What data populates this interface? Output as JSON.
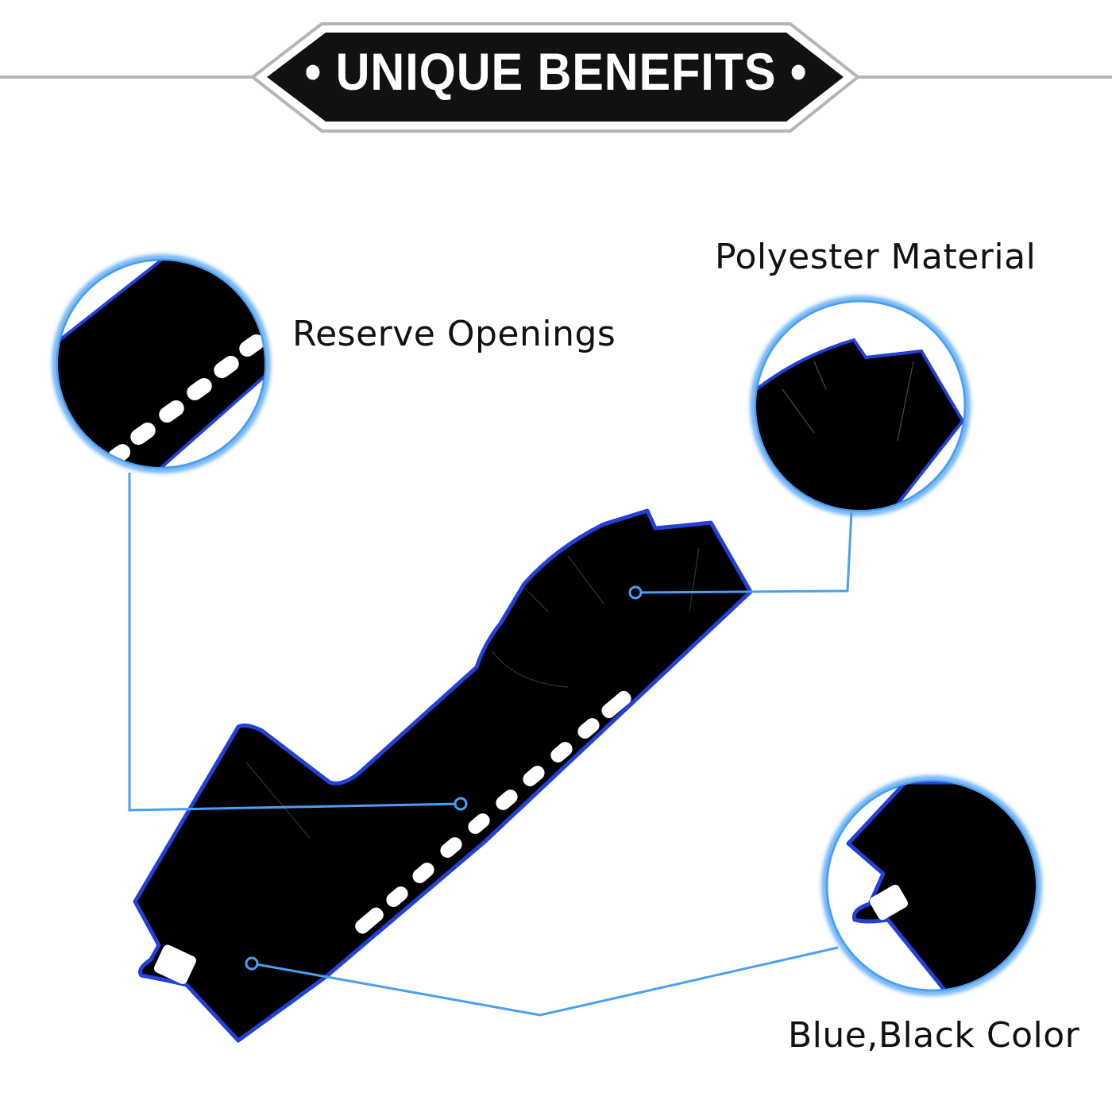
{
  "header": {
    "title": "• UNIQUE BENEFITS •"
  },
  "callouts": [
    {
      "label": "Reserve Openings"
    },
    {
      "label": "Polyester Material"
    },
    {
      "label": "Blue,Black Color"
    }
  ],
  "colors": {
    "accent_blue": "#4a9ff5",
    "edge_blue": "#1f3fd0",
    "mat": "#000000",
    "banner": "#111111",
    "rule": "#b5b5b5"
  }
}
